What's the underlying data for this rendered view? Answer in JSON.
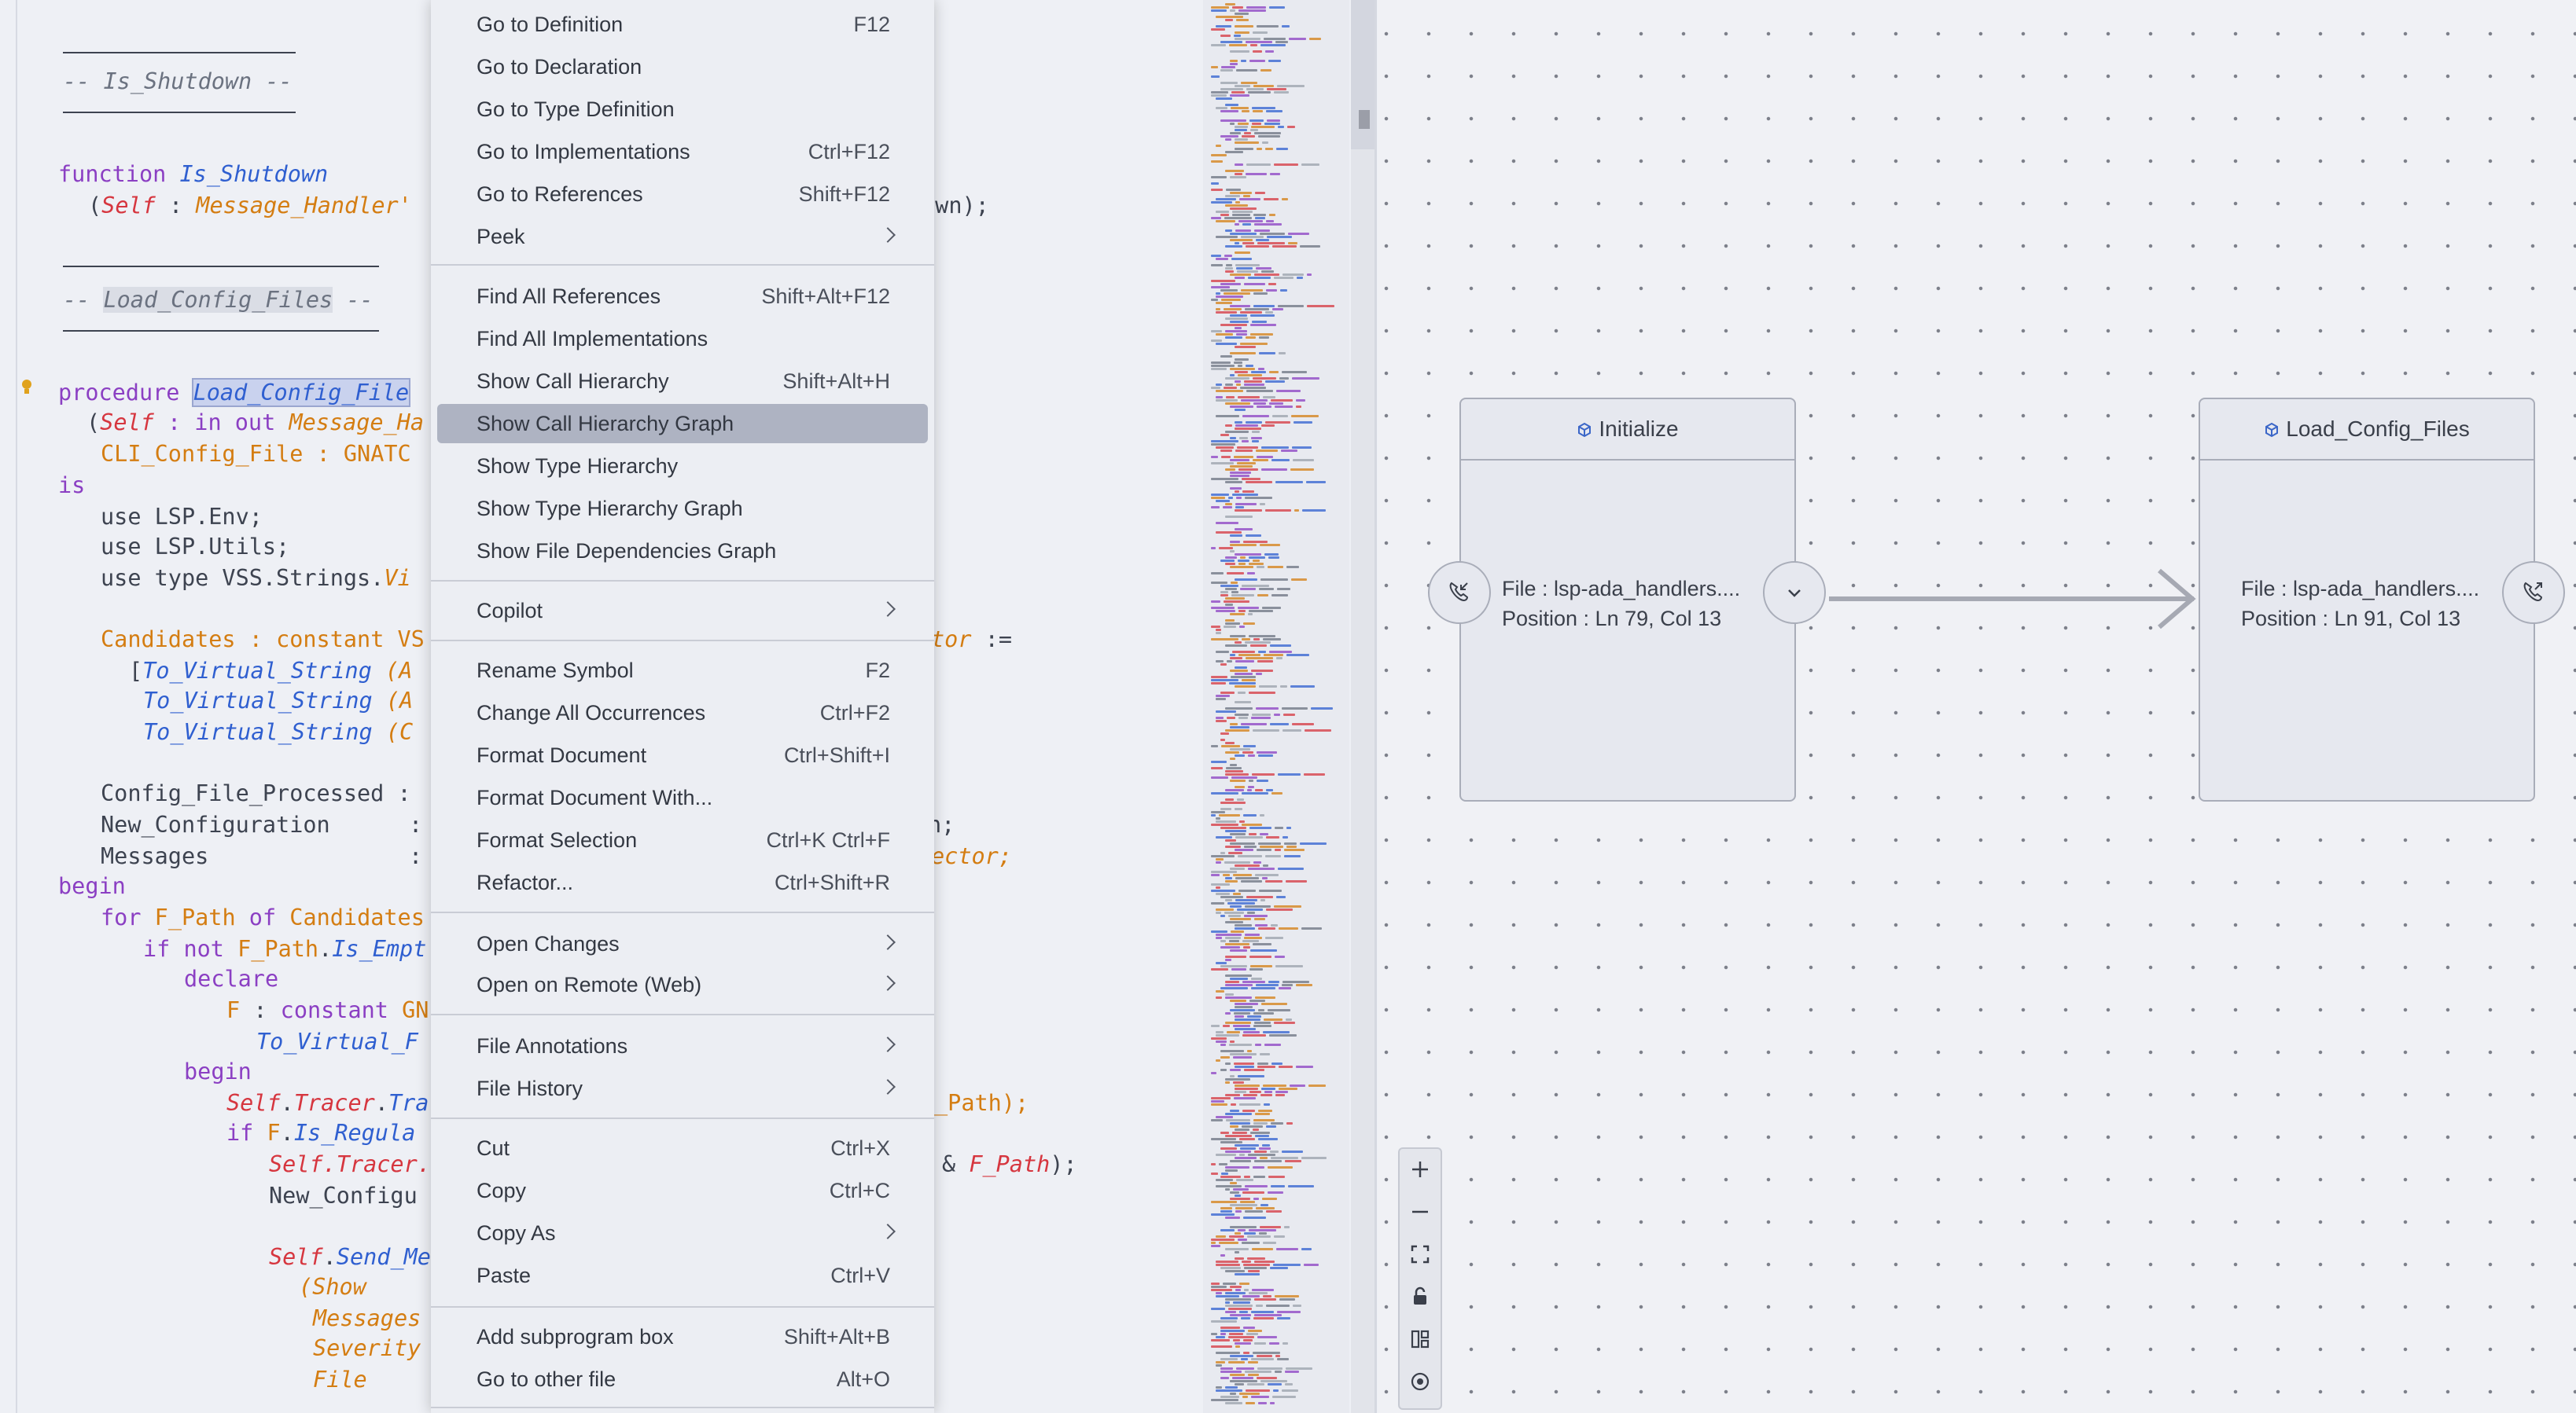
{
  "editor": {
    "comment_is_shutdown": "-- Is_Shutdown --",
    "comment_load_config": "Load_Config_Files",
    "lines": {
      "l_fn_kw": "function",
      "l_fn_name": "Is_Shutdown",
      "l_self_fn": "Self",
      "l_msg_handler_frag": "Message_Handler'",
      "l_own": "own);",
      "l_proc_kw": "procedure",
      "l_proc_name": "Load_Config_File",
      "l_self2": "Self",
      "l_in_out": ": in out",
      "l_msg_ha": "Message_Ha",
      "l_cli": "CLI_Config_File",
      "l_gnatc": ": GNATC",
      "l_is": "is",
      "l_use1": "use LSP.Env;",
      "l_use2": "use LSP.Utils;",
      "l_use3a": "use type VSS.Strings.",
      "l_use3b": "Vi",
      "l_cand": "Candidates",
      "l_constant_vs": ": constant VS",
      "l_tor": "tor",
      "l_assign": ":=",
      "l_tvs1": "To_Virtual_String",
      "l_tvs_a": "(A",
      "l_tvs3c": "(C",
      "l_cfp": "Config_File_Processed",
      "l_newconf": "New_Configuration",
      "l_msgs": "Messages",
      "l_colon": ":",
      "l_n": "n;",
      "l_ector": "ector;",
      "l_begin": "begin",
      "l_for": "for F_Path of Candidates",
      "l_ifnot": "if not F_Path.",
      "l_isemp": "Is_Empt",
      "l_declare": "declare",
      "l_f_const": "F : constant GN",
      "l_tvf": "To_Virtual_F",
      "l_begin2": "begin",
      "l_tracer": "Self.",
      "l_tracer2": "Tracer.",
      "l_tra": "Tra",
      "l_path_end": "_Path);",
      "l_if_f": "if F.",
      "l_isreg": "Is_Regula",
      "l_self_tracer": "Self.Tracer.",
      "l_amp_fpath": "& F_Path);",
      "l_new_configu": "New_Configu",
      "l_send": "Self.Send_Me",
      "l_show": "(Show",
      "l_messages_i": "Messages",
      "l_severity": "Severity",
      "l_file": "File"
    }
  },
  "menu": {
    "items": [
      {
        "label": "Go to Definition",
        "key": "F12"
      },
      {
        "label": "Go to Declaration",
        "key": ""
      },
      {
        "label": "Go to Type Definition",
        "key": ""
      },
      {
        "label": "Go to Implementations",
        "key": "Ctrl+F12"
      },
      {
        "label": "Go to References",
        "key": "Shift+F12"
      },
      {
        "label": "Peek",
        "key": ""
      },
      {
        "label": "Find All References",
        "key": "Shift+Alt+F12"
      },
      {
        "label": "Find All Implementations",
        "key": ""
      },
      {
        "label": "Show Call Hierarchy",
        "key": "Shift+Alt+H"
      },
      {
        "label": "Show Call Hierarchy Graph",
        "key": ""
      },
      {
        "label": "Show Type Hierarchy",
        "key": ""
      },
      {
        "label": "Show Type Hierarchy Graph",
        "key": ""
      },
      {
        "label": "Show File Dependencies Graph",
        "key": ""
      },
      {
        "label": "Copilot",
        "key": ""
      },
      {
        "label": "Rename Symbol",
        "key": "F2"
      },
      {
        "label": "Change All Occurrences",
        "key": "Ctrl+F2"
      },
      {
        "label": "Format Document",
        "key": "Ctrl+Shift+I"
      },
      {
        "label": "Format Document With...",
        "key": ""
      },
      {
        "label": "Format Selection",
        "key": "Ctrl+K Ctrl+F"
      },
      {
        "label": "Refactor...",
        "key": "Ctrl+Shift+R"
      },
      {
        "label": "Open Changes",
        "key": ""
      },
      {
        "label": "Open on Remote (Web)",
        "key": ""
      },
      {
        "label": "File Annotations",
        "key": ""
      },
      {
        "label": "File History",
        "key": ""
      },
      {
        "label": "Cut",
        "key": "Ctrl+X"
      },
      {
        "label": "Copy",
        "key": "Ctrl+C"
      },
      {
        "label": "Copy As",
        "key": ""
      },
      {
        "label": "Paste",
        "key": "Ctrl+V"
      },
      {
        "label": "Add subprogram box",
        "key": "Shift+Alt+B"
      },
      {
        "label": "Go to other file",
        "key": "Alt+O"
      }
    ]
  },
  "graph": {
    "nodes": [
      {
        "title": "Initialize",
        "file": "File : lsp-ada_handlers....",
        "position": "Position : Ln 79, Col 13"
      },
      {
        "title": "Load_Config_Files",
        "file": "File : lsp-ada_handlers....",
        "position": "Position : Ln 91, Col 13"
      }
    ],
    "controls": [
      "zoom-in-icon",
      "zoom-out-icon",
      "fit-view-icon",
      "lock-icon",
      "layout-icon",
      "center-icon"
    ]
  },
  "colors": {
    "keyword": "#8b3fc3",
    "function": "#2f5fd0",
    "parameter": "#d6363f",
    "type": "#d47d12",
    "menu_active": "#aeb3c2"
  }
}
